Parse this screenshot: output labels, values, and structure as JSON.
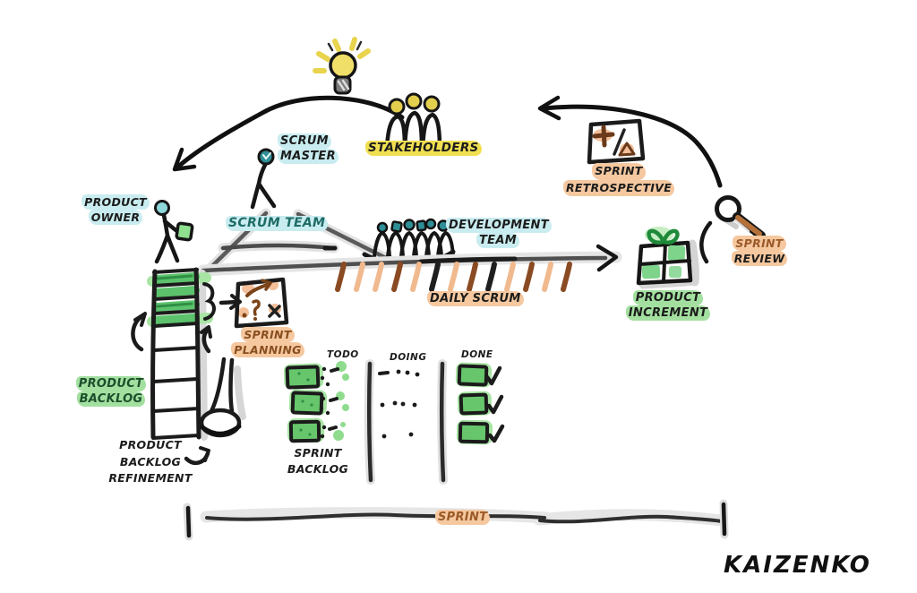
{
  "diagram_type": "scrum-framework-hand-drawn-sketch",
  "labels": {
    "product_owner": [
      "PRODUCT",
      "OWNER"
    ],
    "scrum_master": [
      "SCRUM",
      "MASTER"
    ],
    "stakeholders": "STAKEHOLDERS",
    "scrum_team": "SCRUM TEAM",
    "development_team": [
      "DEVELOPMENT",
      "TEAM"
    ],
    "sprint_retrospective": [
      "SPRINT",
      "RETROSPECTIVE"
    ],
    "sprint_review": [
      "SPRINT",
      "REVIEW"
    ],
    "daily_scrum": "DAILY SCRUM",
    "product_increment": [
      "PRODUCT",
      "INCREMENT"
    ],
    "product_backlog": [
      "PRODUCT",
      "BACKLOG"
    ],
    "sprint_planning": [
      "SPRINT",
      "PLANNING"
    ],
    "product_backlog_refinement": [
      "PRODUCT",
      "BACKLOG",
      "REFINEMENT"
    ],
    "sprint_backlog": [
      "SPRINT",
      "BACKLOG"
    ],
    "sprint_timeline": "SPRINT",
    "brand": "KAIZENKO"
  },
  "board": {
    "columns": [
      {
        "label": "TODO",
        "cards": 3
      },
      {
        "label": "DOING",
        "cards": 0,
        "dot_rows": 3
      },
      {
        "label": "DONE",
        "cards": 3,
        "checked": 3
      }
    ]
  },
  "backlog": {
    "rows": 8,
    "highlighted_top_rows": 4
  },
  "icons": {
    "idea": "lightbulb-icon",
    "stakeholders": "three-stick-figures-yellow-heads",
    "scrum_master": "stick-figure-teal-head",
    "product_owner": "stick-figure-with-green-card",
    "development_team": "six-stick-figures-in-boat",
    "sprint_planning": "board-with-arrows-question-x",
    "sprint_retrospective": "board-with-plus-slash-delta",
    "sprint_review": "magnifying-glass-icon",
    "product_increment": "gift-box-icon",
    "refinement": "funnel-icon",
    "daily_scrum": "timeline-with-tick-marks",
    "sprint": "bracket-timeline"
  },
  "colors": {
    "ink": "#1c1c1c",
    "yellow_highlight": "#f1df52",
    "cyan_highlight": "#c9ecf0",
    "green_highlight": "#a3e0a0",
    "green_card": "#67c66b",
    "orange_highlight": "#f5c8a0",
    "brown": "#9c5a28",
    "teal_head": "#2e8f96",
    "gray_stroke": "#4f4f4f"
  }
}
